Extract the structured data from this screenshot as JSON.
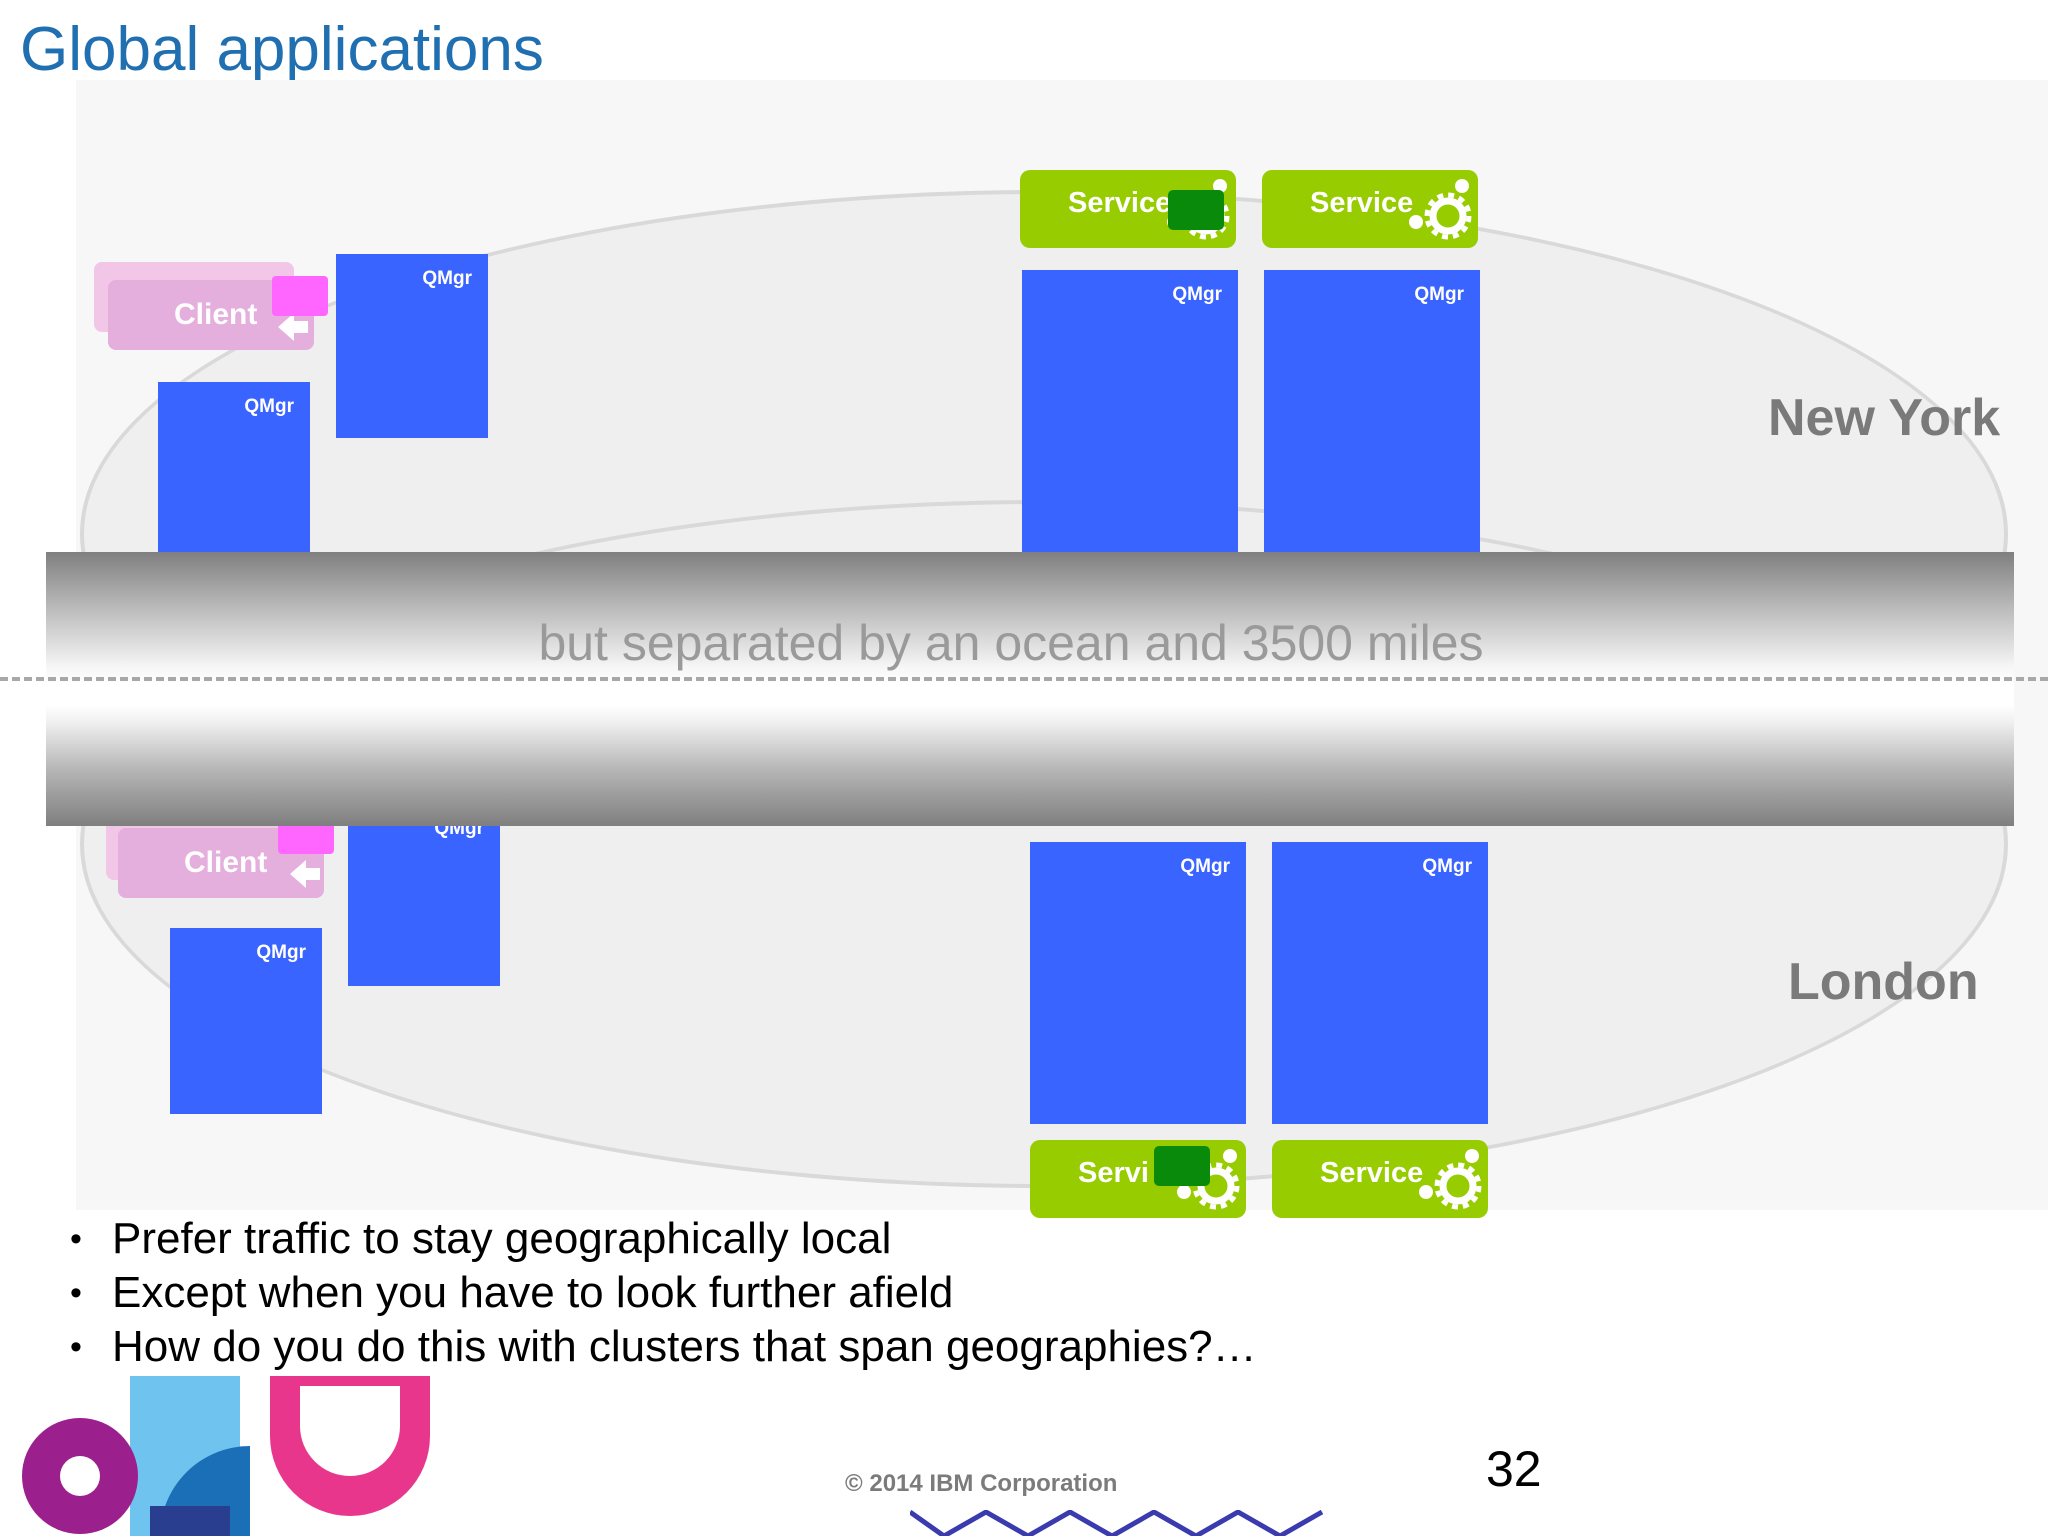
{
  "slide": {
    "title": "Global applications",
    "page_number": "32",
    "copyright": "© 2014 IBM Corporation"
  },
  "diagram": {
    "ocean_label": "but separated by an ocean and 3500 miles",
    "sites": {
      "new_york": {
        "city_label": "New York",
        "client_label": "Client",
        "qmgr_label": "QMgr",
        "service_label": "Service"
      },
      "london": {
        "city_label": "London",
        "client_label": "Client",
        "qmgr_label": "QMgr",
        "partial_qmgr_label": "QMgr",
        "service_label": "Service",
        "service_label_obscured": "Servi"
      }
    }
  },
  "bullets": [
    "Prefer traffic to stay geographically local",
    "Except when you have to look further afield",
    "How do you do this with clusters that span geographies?…"
  ],
  "colors": {
    "title": "#1f6fb1",
    "qmgr": "#3a64ff",
    "service": "#96cc00",
    "client": "#e4aedd",
    "flag_pink": "#ff66ff",
    "flag_green": "#0a8a0a",
    "city_text": "#7a7a7a"
  }
}
